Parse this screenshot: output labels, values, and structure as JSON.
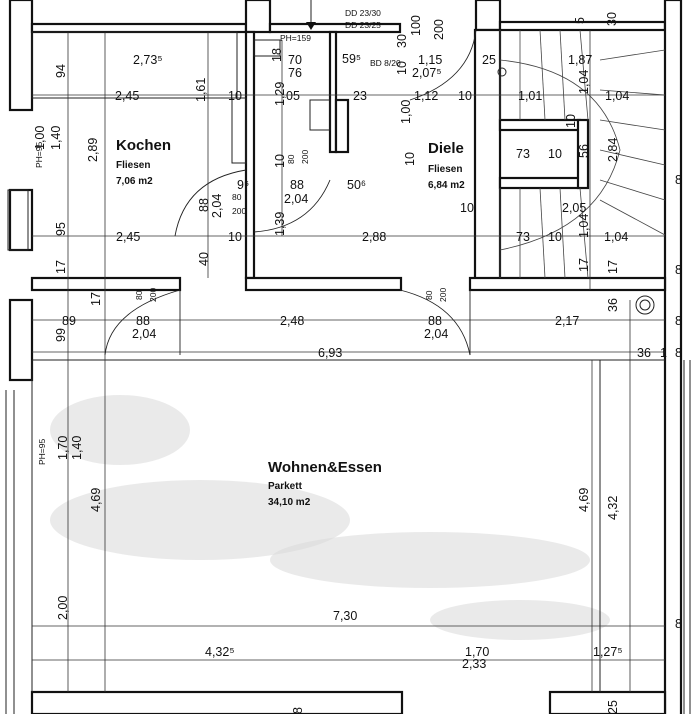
{
  "rooms": {
    "kochen": {
      "name": "Kochen",
      "floor": "Fliesen",
      "area": "7,06 m2"
    },
    "diele": {
      "name": "Diele",
      "floor": "Fliesen",
      "area": "6,84 m2"
    },
    "wohnen": {
      "name": "Wohnen&Essen",
      "floor": "Parkett",
      "area": "34,10 m2"
    }
  },
  "tags": {
    "ph159": "PH=159",
    "dd1": "DD 23/30",
    "dd2": "DD 23/25",
    "bd": "BD 8/20",
    "ph95a": "PH=95",
    "ph95b": "PH=95"
  },
  "dims": {
    "d_273": "2,73⁵",
    "d_94": "94",
    "d_245a": "2,45",
    "d_161": "1,61",
    "d_10a": "10",
    "d_18": "18",
    "d_70": "70",
    "d_76": "76",
    "d_595": "59⁵",
    "d_30top": "30",
    "d_100top": "100",
    "d_200top": "200",
    "d_10top": "10",
    "d_115": "1,15",
    "d_2075": "2,07⁵",
    "d_25a": "25",
    "d_5": "5",
    "d_30r": "30",
    "d_187": "1,87",
    "d_104a": "1,04",
    "d_129": "1,29",
    "d_05": "05",
    "d_23": "23",
    "d_100b": "1,00",
    "d_112": "1,12",
    "d_10b": "10",
    "d_101": "1,01",
    "d_104b": "1,04",
    "d_10c": "10",
    "d_10d": "10",
    "d_100c": "1,00",
    "d_140a": "1,40",
    "d_289": "2,89",
    "d_73a": "73",
    "d_10e": "10",
    "d_56": "56",
    "d_284": "2,84",
    "d_10f": "10",
    "d_80a": "80",
    "d_200a": "200",
    "d_95a": "9⁵",
    "d_88a": "88",
    "d_506": "50⁶",
    "d_88b": "88",
    "d_204a": "2,04",
    "d_80b": "80",
    "d_200b": "200",
    "d_204b": "2,04",
    "d_10g": "10",
    "d_205": "2,05",
    "d_95b": "95",
    "d_245b": "2,45",
    "d_10h": "10",
    "d_139": "1,39",
    "d_288": "2,88",
    "d_73b": "73",
    "d_10i": "10",
    "d_104c": "1,04",
    "d_104d": "1,04",
    "d_17a": "17",
    "d_40": "40",
    "d_17b": "17",
    "d_17c": "17",
    "d_80c": "80",
    "d_200c": "200",
    "d_80d": "80",
    "d_200d": "200",
    "d_36a": "36",
    "d_89": "89",
    "d_88c": "88",
    "d_248": "2,48",
    "d_88d": "88",
    "d_217": "2,17",
    "d_8a": "8",
    "d_99": "99",
    "d_204c": "2,04",
    "d_204d": "2,04",
    "d_693": "6,93",
    "d_36b": "36",
    "d_1": "1",
    "d_8b": "8",
    "d_170": "1,70",
    "d_140b": "1,40",
    "d_469a": "4,69",
    "d_469b": "4,69",
    "d_432": "4,32",
    "d_200e": "2,00",
    "d_730": "7,30",
    "d_4325": "4,32⁵",
    "d_170b": "1,70",
    "d_233": "2,33",
    "d_1275": "1,27⁵",
    "d_25b": "25",
    "d_8c": "8",
    "d_8d": "8",
    "d_8e": "8",
    "d_8f": "8"
  }
}
